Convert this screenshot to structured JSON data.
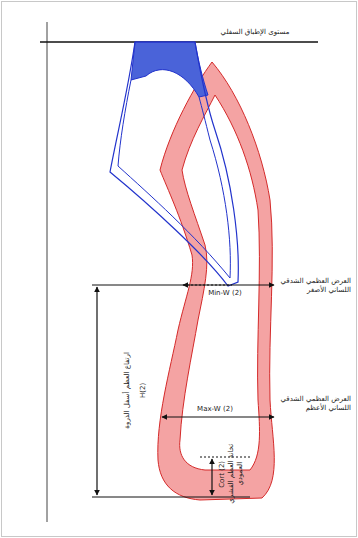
{
  "diagram": {
    "labels": [
      "مستوى الإطباق السفلي",
      "العرض العظمي الشدقي اللساني الأصغر",
      "Min-W (2)",
      "العرض العظمي الشدقي اللساني الأعظم",
      "Max-W (2)",
      "ارتفاع العظم أسفل الذروة",
      "H(2)",
      "ثخانة العظم القشري العمودي",
      "Cort (2)"
    ]
  }
}
